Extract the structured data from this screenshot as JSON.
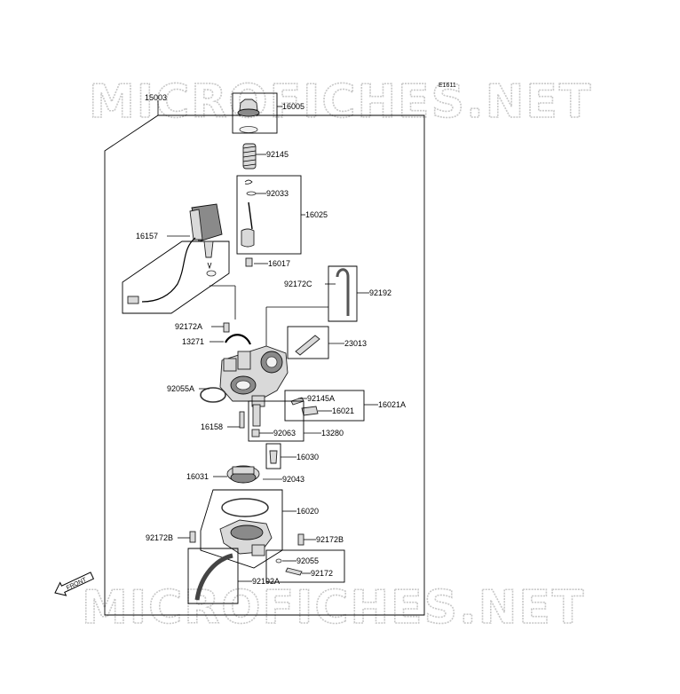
{
  "diagram": {
    "ref_code": "E1611",
    "watermark": "MICROFICHES.NET",
    "front_label": "FRONT",
    "parts": {
      "p15003": "15003",
      "p16005": "16005",
      "p92145": "92145",
      "p92033": "92033",
      "p16025": "16025",
      "p16157": "16157",
      "p16017": "16017",
      "p92172C": "92172C",
      "p92192": "92192",
      "p92172A": "92172A",
      "p13271": "13271",
      "p23013": "23013",
      "p92055A": "92055A",
      "p92145A": "92145A",
      "p16021": "16021",
      "p16021A": "16021A",
      "p16158": "16158",
      "p92063": "92063",
      "p13280": "13280",
      "p16030": "16030",
      "p16031": "16031",
      "p92043": "92043",
      "p16020": "16020",
      "p92172B_left": "92172B",
      "p92172B_right": "92172B",
      "p92055": "92055",
      "p92172": "92172",
      "p92192A": "92192A"
    }
  }
}
